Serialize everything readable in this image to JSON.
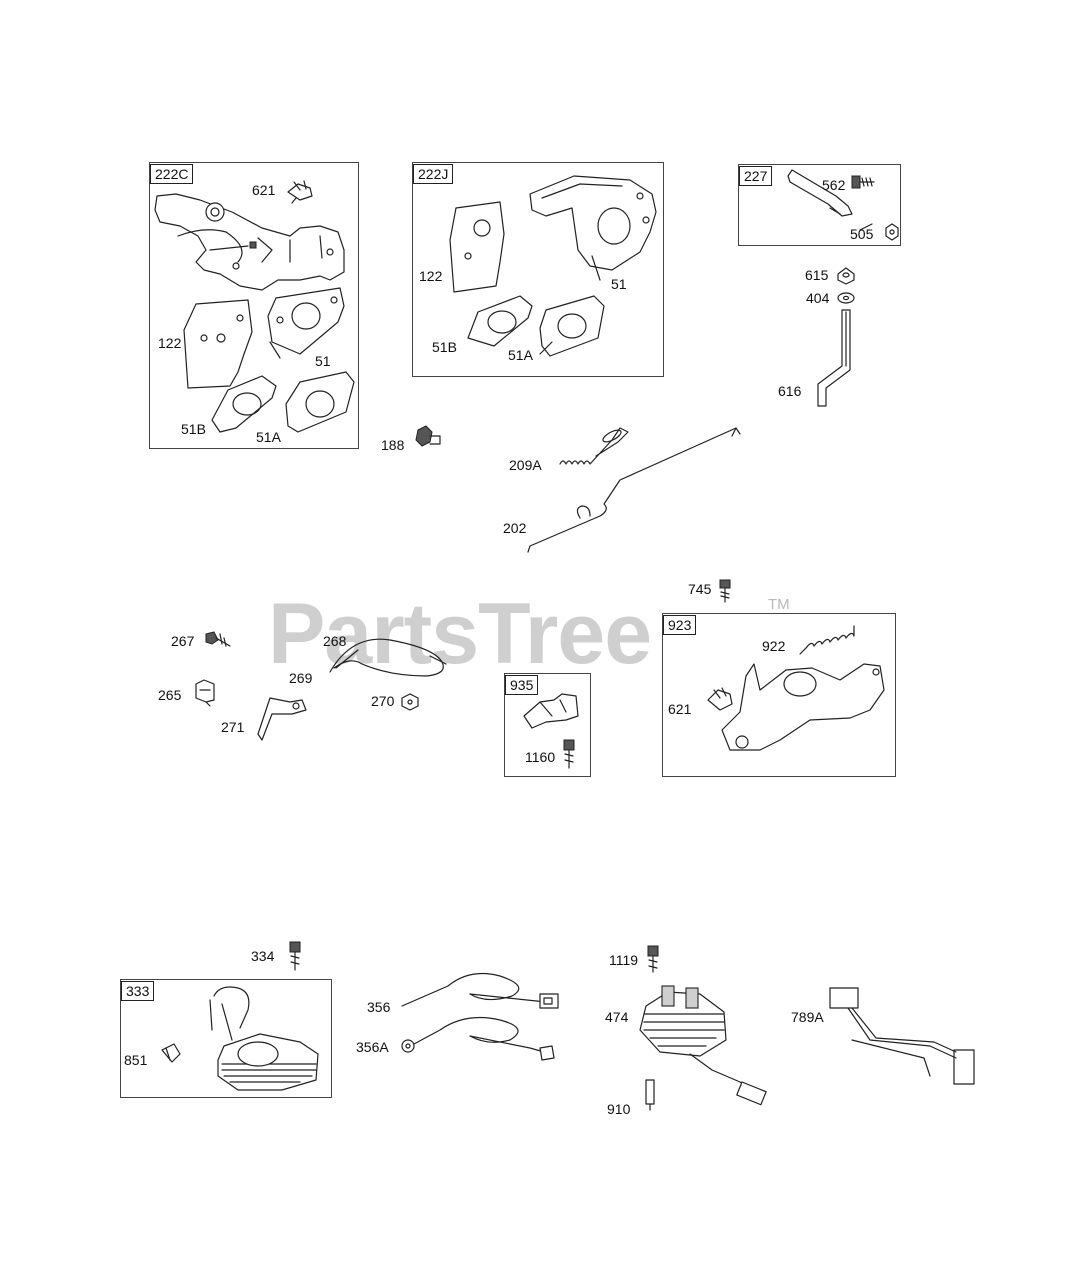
{
  "watermark": {
    "brand": "PartsTree",
    "tm": "TM"
  },
  "groups": {
    "g222C": "222C",
    "g222J": "222J",
    "g227": "227",
    "g923": "923",
    "g935": "935",
    "g333": "333"
  },
  "labels": {
    "p621a": "621",
    "p122a": "122",
    "p51a": "51",
    "p51Ba": "51B",
    "p51Aa": "51A",
    "p122b": "122",
    "p51b": "51",
    "p51Bb": "51B",
    "p51Ab": "51A",
    "p562": "562",
    "p505": "505",
    "p615": "615",
    "p404": "404",
    "p616": "616",
    "p188": "188",
    "p209A": "209A",
    "p202": "202",
    "p745": "745",
    "p267": "267",
    "p268": "268",
    "p269": "269",
    "p265": "265",
    "p271": "271",
    "p270": "270",
    "p1160": "1160",
    "p922": "922",
    "p621b": "621",
    "p334": "334",
    "p851": "851",
    "p356": "356",
    "p356A": "356A",
    "p1119": "1119",
    "p474": "474",
    "p910": "910",
    "p789A": "789A"
  }
}
